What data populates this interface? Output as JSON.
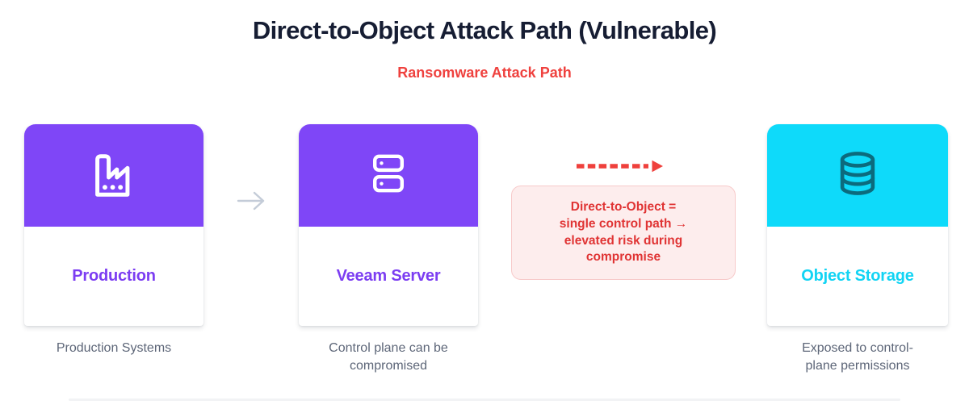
{
  "header": {
    "title": "Direct-to-Object Attack Path (Vulnerable)",
    "subtitle": "Ransomware Attack Path"
  },
  "cards": [
    {
      "label": "Production",
      "caption": "Production Systems",
      "icon": "factory-icon",
      "accent_color": "#7f46f7",
      "label_color": "#7c3df2"
    },
    {
      "label": "Veeam Server",
      "caption": "Control plane can be\ncompromised",
      "icon": "server-icon",
      "accent_color": "#7f46f7",
      "label_color": "#7c3df2"
    },
    {
      "label": "Object Storage",
      "caption": "Exposed to control-\nplane permissions",
      "icon": "database-icon",
      "accent_color": "#0edafa",
      "label_color": "#12d4f4",
      "icon_color": "#0c6b7d"
    }
  ],
  "connectors": {
    "flow_arrow_icon": "arrow-right-icon",
    "flow_arrow_color": "#c4ccd8",
    "attack_arrow_icon": "dashed-arrow-right-icon",
    "attack_arrow_color": "#ef403c"
  },
  "note": {
    "text": "Direct-to-Object =\nsingle control path →\nelevated risk during\ncompromise",
    "text_color": "#e03434",
    "background_color": "#fdeded",
    "border_color": "#f7caca"
  },
  "colors": {
    "title_navy": "#161d33",
    "subtitle_red": "#ef413e",
    "caption_gray": "#5d6678",
    "background": "#ffffff"
  }
}
